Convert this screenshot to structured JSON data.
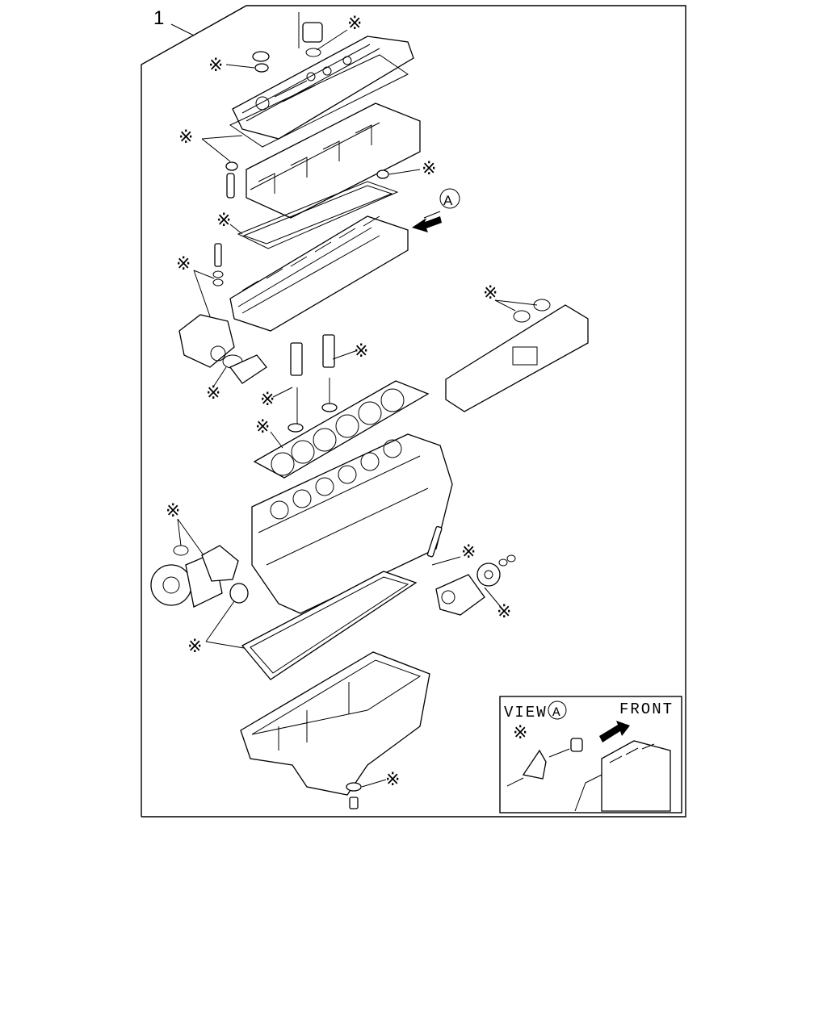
{
  "diagram": {
    "callout_number": "1",
    "kit_marker": "※",
    "view_marker_letter": "A",
    "inset": {
      "view_label": "VIEW",
      "view_letter": "A",
      "front_label": "FRONT"
    }
  }
}
